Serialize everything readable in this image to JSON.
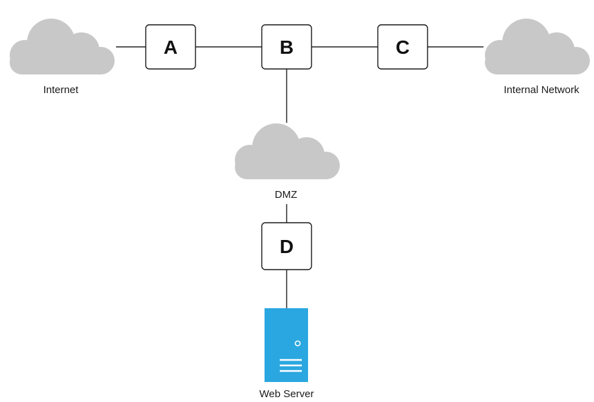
{
  "diagram": {
    "clouds": {
      "internet": "Internet",
      "internal": "Internal Network",
      "dmz": "DMZ"
    },
    "nodes": {
      "a": "A",
      "b": "B",
      "c": "C",
      "d": "D"
    },
    "server": {
      "label": "Web Server",
      "color": "#2aa7e0"
    },
    "colors": {
      "cloud": "#c8c8c8",
      "line": "#222222",
      "box_border": "#1a1a1a"
    }
  }
}
